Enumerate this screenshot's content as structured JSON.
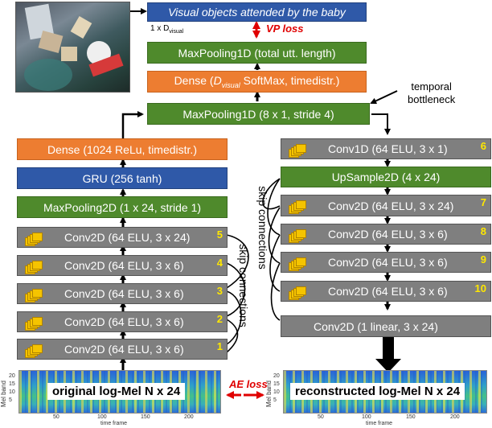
{
  "top": {
    "visual_objects": "Visual objects attended by the baby",
    "dim_prefix": "1 x D",
    "dim_sub": "visual",
    "vp_loss": "VP loss",
    "maxpool_total": "MaxPooling1D (total utt. length)",
    "dense_pre": "Dense (",
    "dense_var": "D",
    "dense_sub": "visual",
    "dense_post": " SoftMax, timedistr.)",
    "maxpool_bottleneck": "MaxPooling1D (8 x 1, stride 4)",
    "temporal_line1": "temporal",
    "temporal_line2": "bottleneck"
  },
  "encoder": {
    "dense": "Dense (1024 ReLu, timedistr.)",
    "gru": "GRU (256 tanh)",
    "maxpool2d": "MaxPooling2D (1 x 24, stride 1)",
    "convs": [
      {
        "label": "Conv2D (64 ELU, 3 x 24)",
        "num": "5"
      },
      {
        "label": "Conv2D (64 ELU, 3 x 6)",
        "num": "4"
      },
      {
        "label": "Conv2D (64 ELU, 3 x 6)",
        "num": "3"
      },
      {
        "label": "Conv2D (64 ELU, 3 x 6)",
        "num": "2"
      },
      {
        "label": "Conv2D (64 ELU, 3 x 6)",
        "num": "1"
      }
    ]
  },
  "decoder": {
    "conv1d": {
      "label": "Conv1D (64 ELU, 3 x 1)",
      "num": "6"
    },
    "upsample": "UpSample2D (4 x 24)",
    "convs": [
      {
        "label": "Conv2D (64 ELU, 3 x 24)",
        "num": "7"
      },
      {
        "label": "Conv2D (64 ELU, 3 x 6)",
        "num": "8"
      },
      {
        "label": "Conv2D (64 ELU, 3 x 6)",
        "num": "9"
      },
      {
        "label": "Conv2D (64 ELU, 3 x 6)",
        "num": "10"
      }
    ],
    "final": "Conv2D (1 linear, 3 x 24)"
  },
  "skip": {
    "left": "skip connections",
    "right": "skip connections"
  },
  "spectrograms": {
    "left_label": "original log-Mel N x 24",
    "right_label": "reconstructed log-Mel N x 24",
    "ae_loss": "AE loss",
    "ylabel": "Mel band",
    "xlabel": "time frame",
    "yticks": [
      "20",
      "15",
      "10",
      "5"
    ],
    "xticks": [
      "50",
      "100",
      "150",
      "200"
    ]
  },
  "colors": {
    "gray": "#7f7f7f",
    "green": "#4f8a2c",
    "blue": "#2f59a8",
    "orange": "#ed7d31",
    "number": "#ffe800",
    "loss": "#e00000"
  }
}
